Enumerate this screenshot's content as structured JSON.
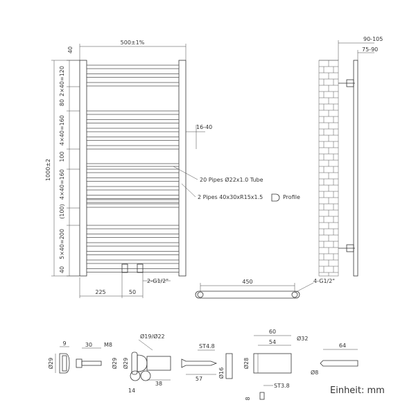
{
  "front_view": {
    "width_label": "500±1%",
    "offset_top_label": "40",
    "height_label": "1000±2",
    "group_labels": [
      "2×40=120",
      "80",
      "4×40=160",
      "100",
      "4×40=160",
      "(100)",
      "5×40=200",
      "40"
    ],
    "bottom_left_label": "225",
    "bottom_center_label": "50",
    "inlet_label": "2-G1/2\"",
    "side_offset_label": "16-40",
    "pipes_note": "20 Pipes Ø22x1.0 Tube",
    "profile_note": "2 Pipes 40x30xR15x1.5",
    "profile_suffix": "Profile"
  },
  "side_view": {
    "depth_outer_label": "90-105",
    "depth_inner_label": "75-90"
  },
  "bottom_view": {
    "length_label": "450",
    "thread_label": "4-G1/2\""
  },
  "parts": {
    "cap_d_label": "Ø29",
    "cap_w_label": "9",
    "screw_len_label": "30",
    "screw_thread_label": "M8",
    "bracket_d_top_label": "Ø19/Ø22",
    "bracket_d_left_label": "Ø29",
    "bracket_d_inner_label": "Ø29",
    "bracket_len_label": "38",
    "bracket_w_label": "14",
    "wood_screw_label": "ST4.8",
    "wood_screw_len_label": "57",
    "dowel_d_label": "Ø16",
    "sleeve_len_label": "60",
    "sleeve_inner_label": "54",
    "sleeve_d_label": "Ø32",
    "sleeve_left_d_label": "Ø28",
    "small_screw_label": "ST3.8",
    "small_screw_len_label": "8",
    "plug_len_label": "64",
    "plug_d_label": "Ø8"
  },
  "unit_label": "Einheit: mm"
}
